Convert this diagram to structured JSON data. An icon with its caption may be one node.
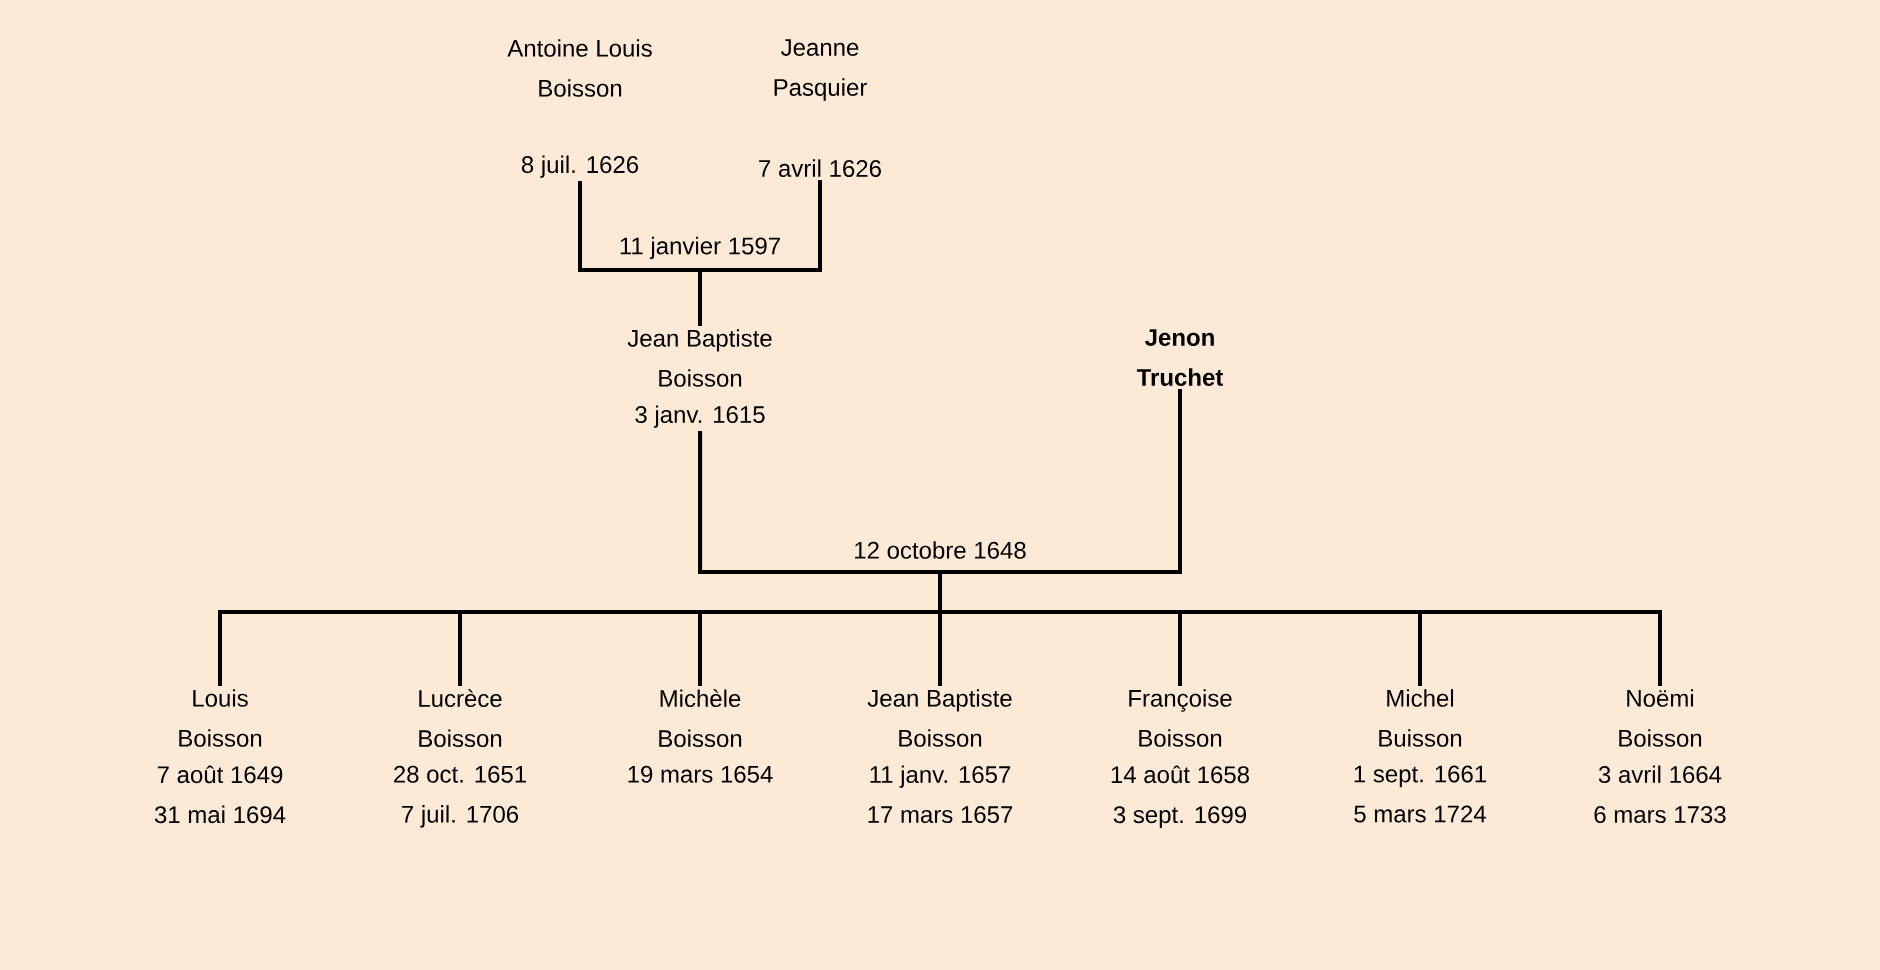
{
  "diagram": {
    "nodes": [
      {
        "text": [
          "Antoine Louis Boisson",
          "8 juil. 1626"
        ]
      },
      {
        "text": [
          "Jeanne Pasquier",
          "7 avril 1626"
        ]
      },
      {
        "text": [
          "Jean Baptiste Boisson",
          "3 janv. 1615"
        ]
      },
      {
        "text": [
          "Jenon Truchet"
        ]
      },
      {
        "text": [
          "Louis Boisson",
          "7 août 1649",
          "31 mai 1694"
        ]
      },
      {
        "text": [
          "Lucrèce Boisson",
          "28 oct. 1651",
          "7 juil. 1706"
        ]
      },
      {
        "text": [
          "Michèle Boisson",
          "19 mars 1654"
        ]
      },
      {
        "text": [
          "Jean Baptiste Boisson",
          "11 janv. 1657",
          "17 mars 1657"
        ]
      },
      {
        "text": [
          "Françoise Boisson",
          "14 août 1658",
          "3 sept. 1699"
        ]
      },
      {
        "text": [
          "Michel Buisson",
          "1 sept. 1661",
          "5 mars 1724"
        ]
      },
      {
        "text": [
          "Noëmi Boisson",
          "3 avril 1664",
          "6 mars 1733"
        ]
      }
    ],
    "edges": [
      {
        "from": 0,
        "to": 1,
        "arrow": "none",
        "label": "11 janvier 1597"
      },
      {
        "from": 0,
        "to": 2,
        "arrow": "none"
      },
      {
        "from": 1,
        "to": 2,
        "arrow": "none"
      },
      {
        "from": 2,
        "to": 3,
        "arrow": "none",
        "label": "12 octobre 1648"
      },
      {
        "from": 2,
        "to": 4,
        "arrow": "none"
      },
      {
        "from": 3,
        "to": 4,
        "arrow": "none"
      },
      {
        "from": 2,
        "to": 5,
        "arrow": "none"
      },
      {
        "from": 3,
        "to": 5,
        "arrow": "none"
      },
      {
        "from": 2,
        "to": 6,
        "arrow": "none"
      },
      {
        "from": 3,
        "to": 6,
        "arrow": "none"
      },
      {
        "from": 2,
        "to": 7,
        "arrow": "none"
      },
      {
        "from": 3,
        "to": 7,
        "arrow": "none"
      },
      {
        "from": 2,
        "to": 8,
        "arrow": "none"
      },
      {
        "from": 3,
        "to": 8,
        "arrow": "none"
      },
      {
        "from": 2,
        "to": 9,
        "arrow": "none"
      },
      {
        "from": 3,
        "to": 9,
        "arrow": "none"
      },
      {
        "from": 2,
        "to": 10,
        "arrow": "none"
      },
      {
        "from": 3,
        "to": 10,
        "arrow": "none"
      }
    ]
  }
}
